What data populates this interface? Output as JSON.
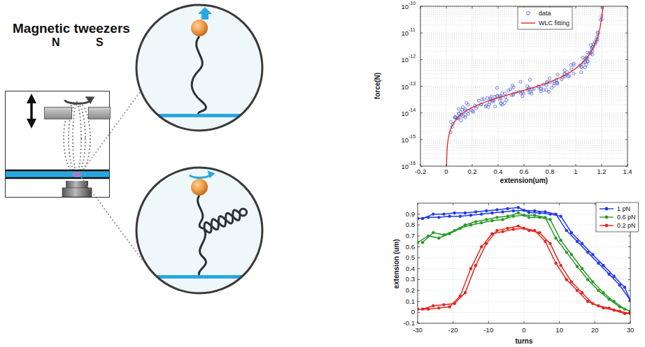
{
  "diagram": {
    "nodes": [
      {
        "text": [
          "Magnetic tweezers"
        ]
      },
      {
        "text": [
          "N"
        ],
        "in": 0
      },
      {
        "text": [
          "S"
        ],
        "in": 0
      }
    ],
    "labels": [
      "10",
      "-10",
      "10",
      "-11",
      "10",
      "-12",
      "10",
      "-13",
      "10",
      "-14",
      "10",
      "-15",
      "10",
      "-16",
      "-0.2",
      "0",
      "0.2",
      "0.4",
      "0.6",
      "0.8",
      "1",
      "1.2",
      "1.4",
      "extension(um)",
      "force(N)",
      "0.9",
      "0.8",
      "0.7",
      "0.6",
      "0.5",
      "0.4",
      "0.3",
      "0.2",
      "0.1",
      "0",
      "-0.1",
      "-30",
      "-20",
      "-10",
      "0",
      "10",
      "20",
      "30",
      "turns",
      "extension (um)"
    ],
    "legend": [
      {
        "text": "data"
      },
      {
        "text": "WLC fitting"
      },
      {
        "text": "1 pN"
      },
      {
        "text": "0.6 pN"
      },
      {
        "text": "0.2 pN"
      }
    ]
  }
}
